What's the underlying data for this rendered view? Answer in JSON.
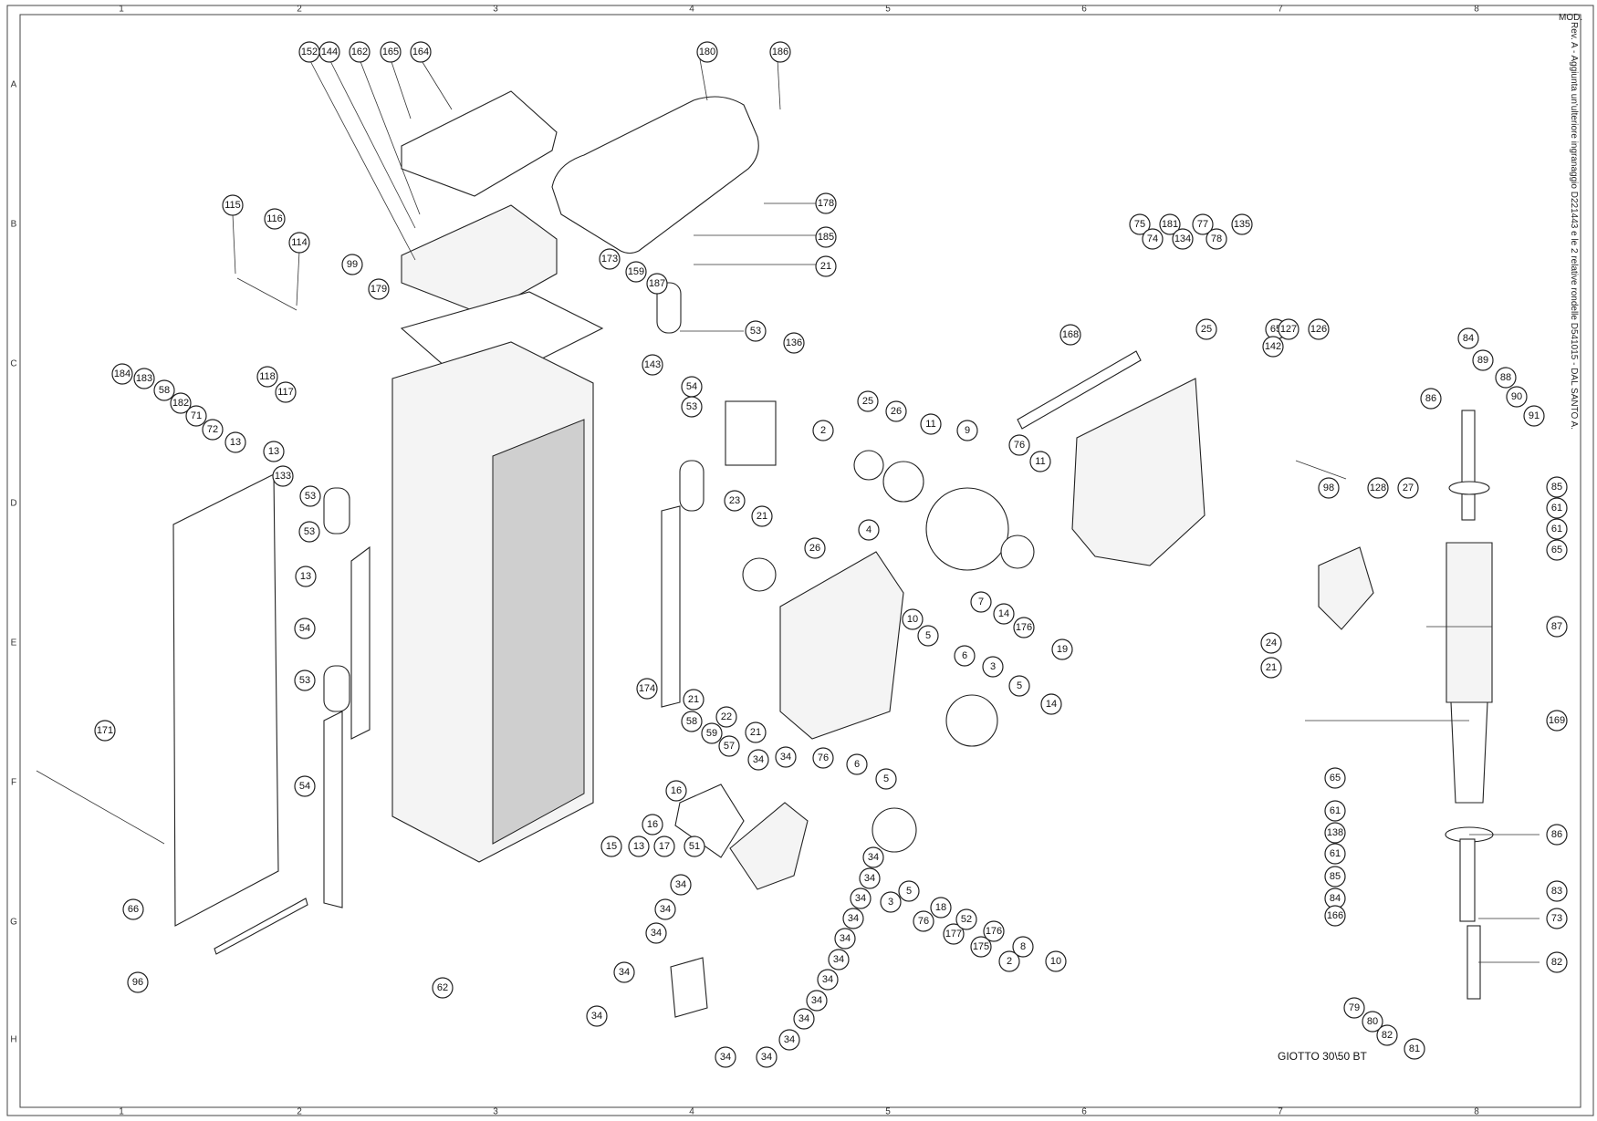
{
  "drawing": {
    "title": "GIOTTO 30\\50 BT",
    "revision_note": "Rev. A - Aggiunta un'ulteriore ingranaggio D221443 e le 2 relative rondelle D541015 - DAL SANTO A.",
    "mod_label": "MOD.",
    "column_zones": [
      "1",
      "2",
      "3",
      "4",
      "5",
      "6",
      "7",
      "8"
    ],
    "row_zones": [
      "A",
      "B",
      "C",
      "D",
      "E",
      "F",
      "G",
      "H"
    ]
  },
  "balloons": {
    "b152": "152",
    "b144": "144",
    "b162": "162",
    "b165": "165",
    "b164": "164",
    "b180": "180",
    "b186": "186",
    "b115": "115",
    "b116": "116",
    "b114": "114",
    "b99": "99",
    "b179": "179",
    "b173": "173",
    "b159": "159",
    "b187": "187",
    "b178": "178",
    "b185": "185",
    "b21a": "21",
    "b53a": "53",
    "b184": "184",
    "b183": "183",
    "b58a": "58",
    "b182": "182",
    "b71": "71",
    "b72": "72",
    "b13a": "13",
    "b118": "118",
    "b117": "117",
    "b13b": "13",
    "b133": "133",
    "b143": "143",
    "b136": "136",
    "b54a": "54",
    "b53b": "53",
    "b2a": "2",
    "b25a": "25",
    "b26a": "26",
    "b11a": "11",
    "b9": "9",
    "b76a": "76",
    "b11b": "11",
    "b53c": "53",
    "b53d": "53",
    "b13c": "13",
    "b54b": "54",
    "b23": "23",
    "b21b": "21",
    "b4": "4",
    "b26b": "26",
    "b53e": "53",
    "b54c": "54",
    "b171": "171",
    "b66": "66",
    "b96": "96",
    "b62": "62",
    "b7": "7",
    "b14a": "14",
    "b176a": "176",
    "b10a": "10",
    "b5a": "5",
    "b6": "6",
    "b3a": "3",
    "b5b": "5",
    "b19": "19",
    "b14b": "14",
    "b174": "174",
    "b21c": "21",
    "b22": "22",
    "b21d": "21",
    "b58b": "58",
    "b59": "59",
    "b57": "57",
    "b16a": "16",
    "b16b": "16",
    "b15": "15",
    "b13d": "13",
    "b17": "17",
    "b51": "51",
    "b34a": "34",
    "b34b": "34",
    "b76b": "76",
    "b6b": "6",
    "b5c": "5",
    "b34c": "34",
    "b34d": "34",
    "b34e": "34",
    "b34f": "34",
    "b34g": "34",
    "b34h": "34",
    "b34i": "34",
    "b34j": "34",
    "b34k": "34",
    "b34l": "34",
    "b34m": "34",
    "b34n": "34",
    "b34o": "34",
    "b34p": "34",
    "b34q": "34",
    "b34r": "34",
    "b34s": "34",
    "b3b": "3",
    "b5d": "5",
    "b76c": "76",
    "b18": "18",
    "b177": "177",
    "b52": "52",
    "b175": "175",
    "b176b": "176",
    "b2b": "2",
    "b8": "8",
    "b10b": "10",
    "b75": "75",
    "b74": "74",
    "b181": "181",
    "b134": "134",
    "b77": "77",
    "b78": "78",
    "b135": "135",
    "b168": "168",
    "b25b": "25",
    "b65a": "65",
    "b127": "127",
    "b126": "126",
    "b142": "142",
    "b24": "24",
    "b21e": "21",
    "b98": "98",
    "b128": "128",
    "b27": "27",
    "b84a": "84",
    "b89": "89",
    "b88": "88",
    "b86a": "86",
    "b90": "90",
    "b91": "91",
    "b85a": "85",
    "b61a": "61",
    "b61b": "61",
    "b65b": "65",
    "b87": "87",
    "b169": "169",
    "b65c": "65",
    "b61c": "61",
    "b86b": "86",
    "b138": "138",
    "b61d": "61",
    "b85b": "85",
    "b84b": "84",
    "b83": "83",
    "b166": "166",
    "b73": "73",
    "b82a": "82",
    "b79": "79",
    "b80": "80",
    "b82b": "82",
    "b81": "81"
  }
}
